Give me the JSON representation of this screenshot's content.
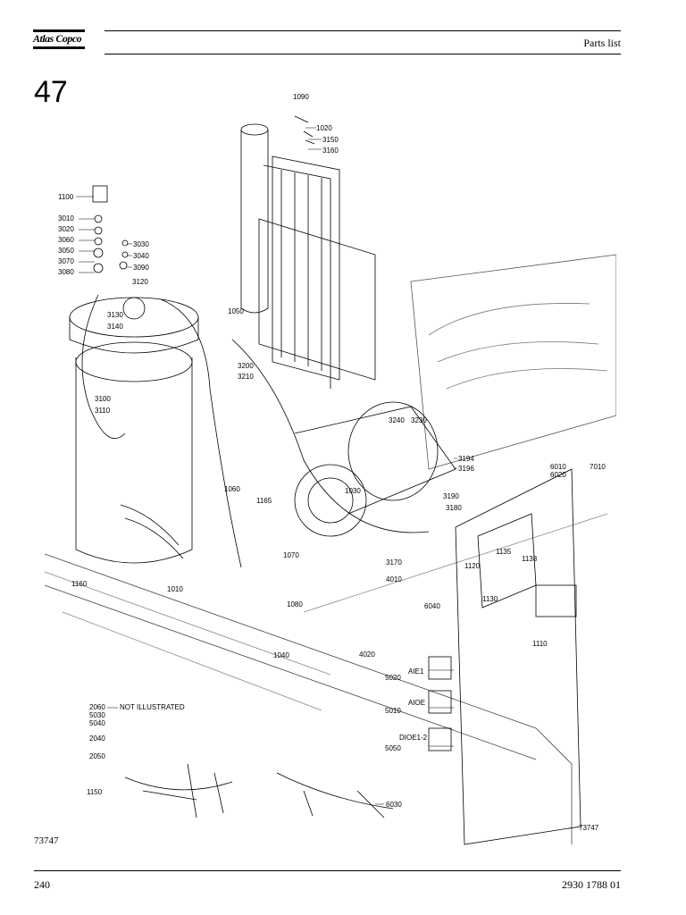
{
  "header": {
    "logo_text": "Atlas Copco",
    "title": "Parts list"
  },
  "section_number": "47",
  "diagram": {
    "callouts": [
      "1090",
      "1020",
      "3150",
      "3160",
      "1100",
      "3010",
      "3020",
      "3060",
      "3050",
      "3070",
      "3080",
      "3030",
      "3040",
      "3090",
      "3120",
      "1050",
      "3130",
      "3140",
      "3200",
      "3210",
      "3100",
      "3110",
      "3240",
      "3230",
      "3194",
      "3196",
      "6010",
      "6020",
      "7010",
      "1060",
      "1165",
      "1030",
      "3190",
      "3180",
      "1070",
      "3170",
      "4010",
      "1135",
      "1138",
      "1120",
      "1130",
      "1110",
      "1160",
      "1010",
      "1080",
      "6040",
      "1040",
      "4020",
      "5020",
      "5010",
      "5050",
      "2040",
      "2050",
      "1150",
      "6030"
    ],
    "module_labels": [
      "AIE1",
      "AIOE",
      "DIOE1-2"
    ],
    "note_numbers": [
      "2060",
      "5030",
      "5040"
    ],
    "note_text": "NOT ILLUSTRATED",
    "inner_drawing_number": "73747"
  },
  "footer": {
    "drawing_number": "73747",
    "page_number": "240",
    "doc_number": "2930 1788 01"
  }
}
